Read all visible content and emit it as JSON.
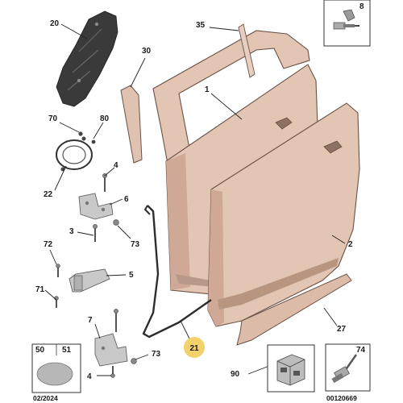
{
  "callouts": {
    "c1": "1",
    "c2": "2",
    "c3": "3",
    "c4a": "4",
    "c4b": "4",
    "c5": "5",
    "c6": "6",
    "c7": "7",
    "c8": "8",
    "c20": "20",
    "c21": "21",
    "c22": "22",
    "c27": "27",
    "c30": "30",
    "c35": "35",
    "c50": "50",
    "c51": "51",
    "c70": "70",
    "c71": "71",
    "c72": "72",
    "c73a": "73",
    "c73b": "73",
    "c74": "74",
    "c80": "80",
    "c90": "90"
  },
  "footer": {
    "date": "02/2024",
    "ref": "00120669"
  },
  "colors": {
    "door_fill": "#e2c6b3",
    "highlight_callout": "#f3d26b"
  }
}
